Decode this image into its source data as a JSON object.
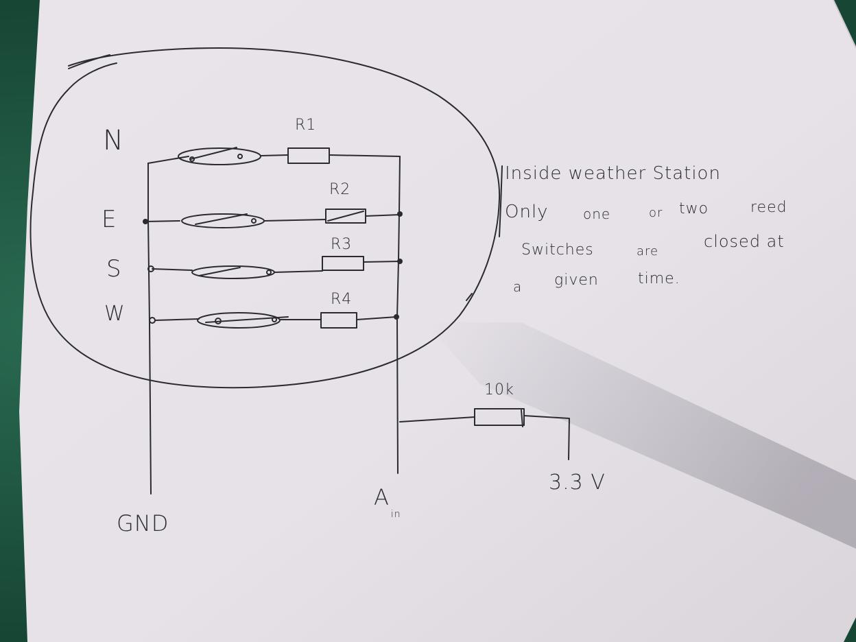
{
  "labels": {
    "north": "N",
    "east": "E",
    "south": "S",
    "west": "W",
    "r1": "R1",
    "r2": "R2",
    "r3": "R3",
    "r4": "R4",
    "resistor_10k": "10k",
    "voltage": "3.3 V",
    "gnd": "GND",
    "ain_main": "A",
    "ain_sub": "in"
  },
  "note": {
    "line1": "Inside weather Station",
    "line2_a": "Only",
    "line2_b": "one",
    "line2_c": "or",
    "line2_d": "two",
    "line2_e": "reed",
    "line3_a": "Switches",
    "line3_b": "are",
    "line3_c": "closed at",
    "line4_a": "a",
    "line4_b": "given",
    "line4_c": "time."
  },
  "colors": {
    "paper": "#ebe6ec",
    "ink": "#2a2a30",
    "desk": "#1f5a43"
  }
}
